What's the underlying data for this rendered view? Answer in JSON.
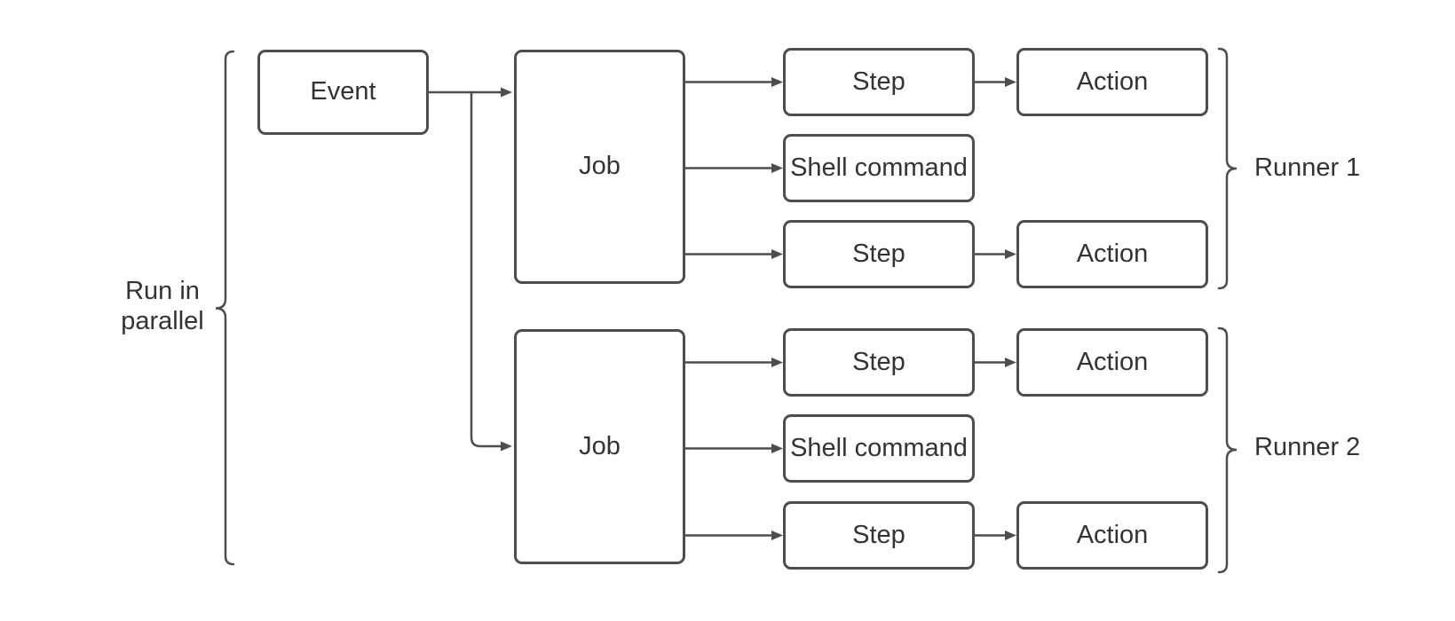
{
  "colors": {
    "stroke": "#4d4d4d",
    "text": "#333333",
    "background": "#ffffff"
  },
  "nodes": {
    "event": {
      "label": "Event"
    },
    "job1": {
      "label": "Job"
    },
    "job2": {
      "label": "Job"
    },
    "job1_step_a": {
      "label": "Step"
    },
    "job1_shell": {
      "label": "Shell command"
    },
    "job1_step_b": {
      "label": "Step"
    },
    "job1_action_a": {
      "label": "Action"
    },
    "job1_action_b": {
      "label": "Action"
    },
    "job2_step_a": {
      "label": "Step"
    },
    "job2_shell": {
      "label": "Shell command"
    },
    "job2_step_b": {
      "label": "Step"
    },
    "job2_action_a": {
      "label": "Action"
    },
    "job2_action_b": {
      "label": "Action"
    }
  },
  "annotations": {
    "run_in_parallel": {
      "label": "Run in\nparallel"
    },
    "runner1": {
      "label": "Runner 1"
    },
    "runner2": {
      "label": "Runner 2"
    }
  }
}
